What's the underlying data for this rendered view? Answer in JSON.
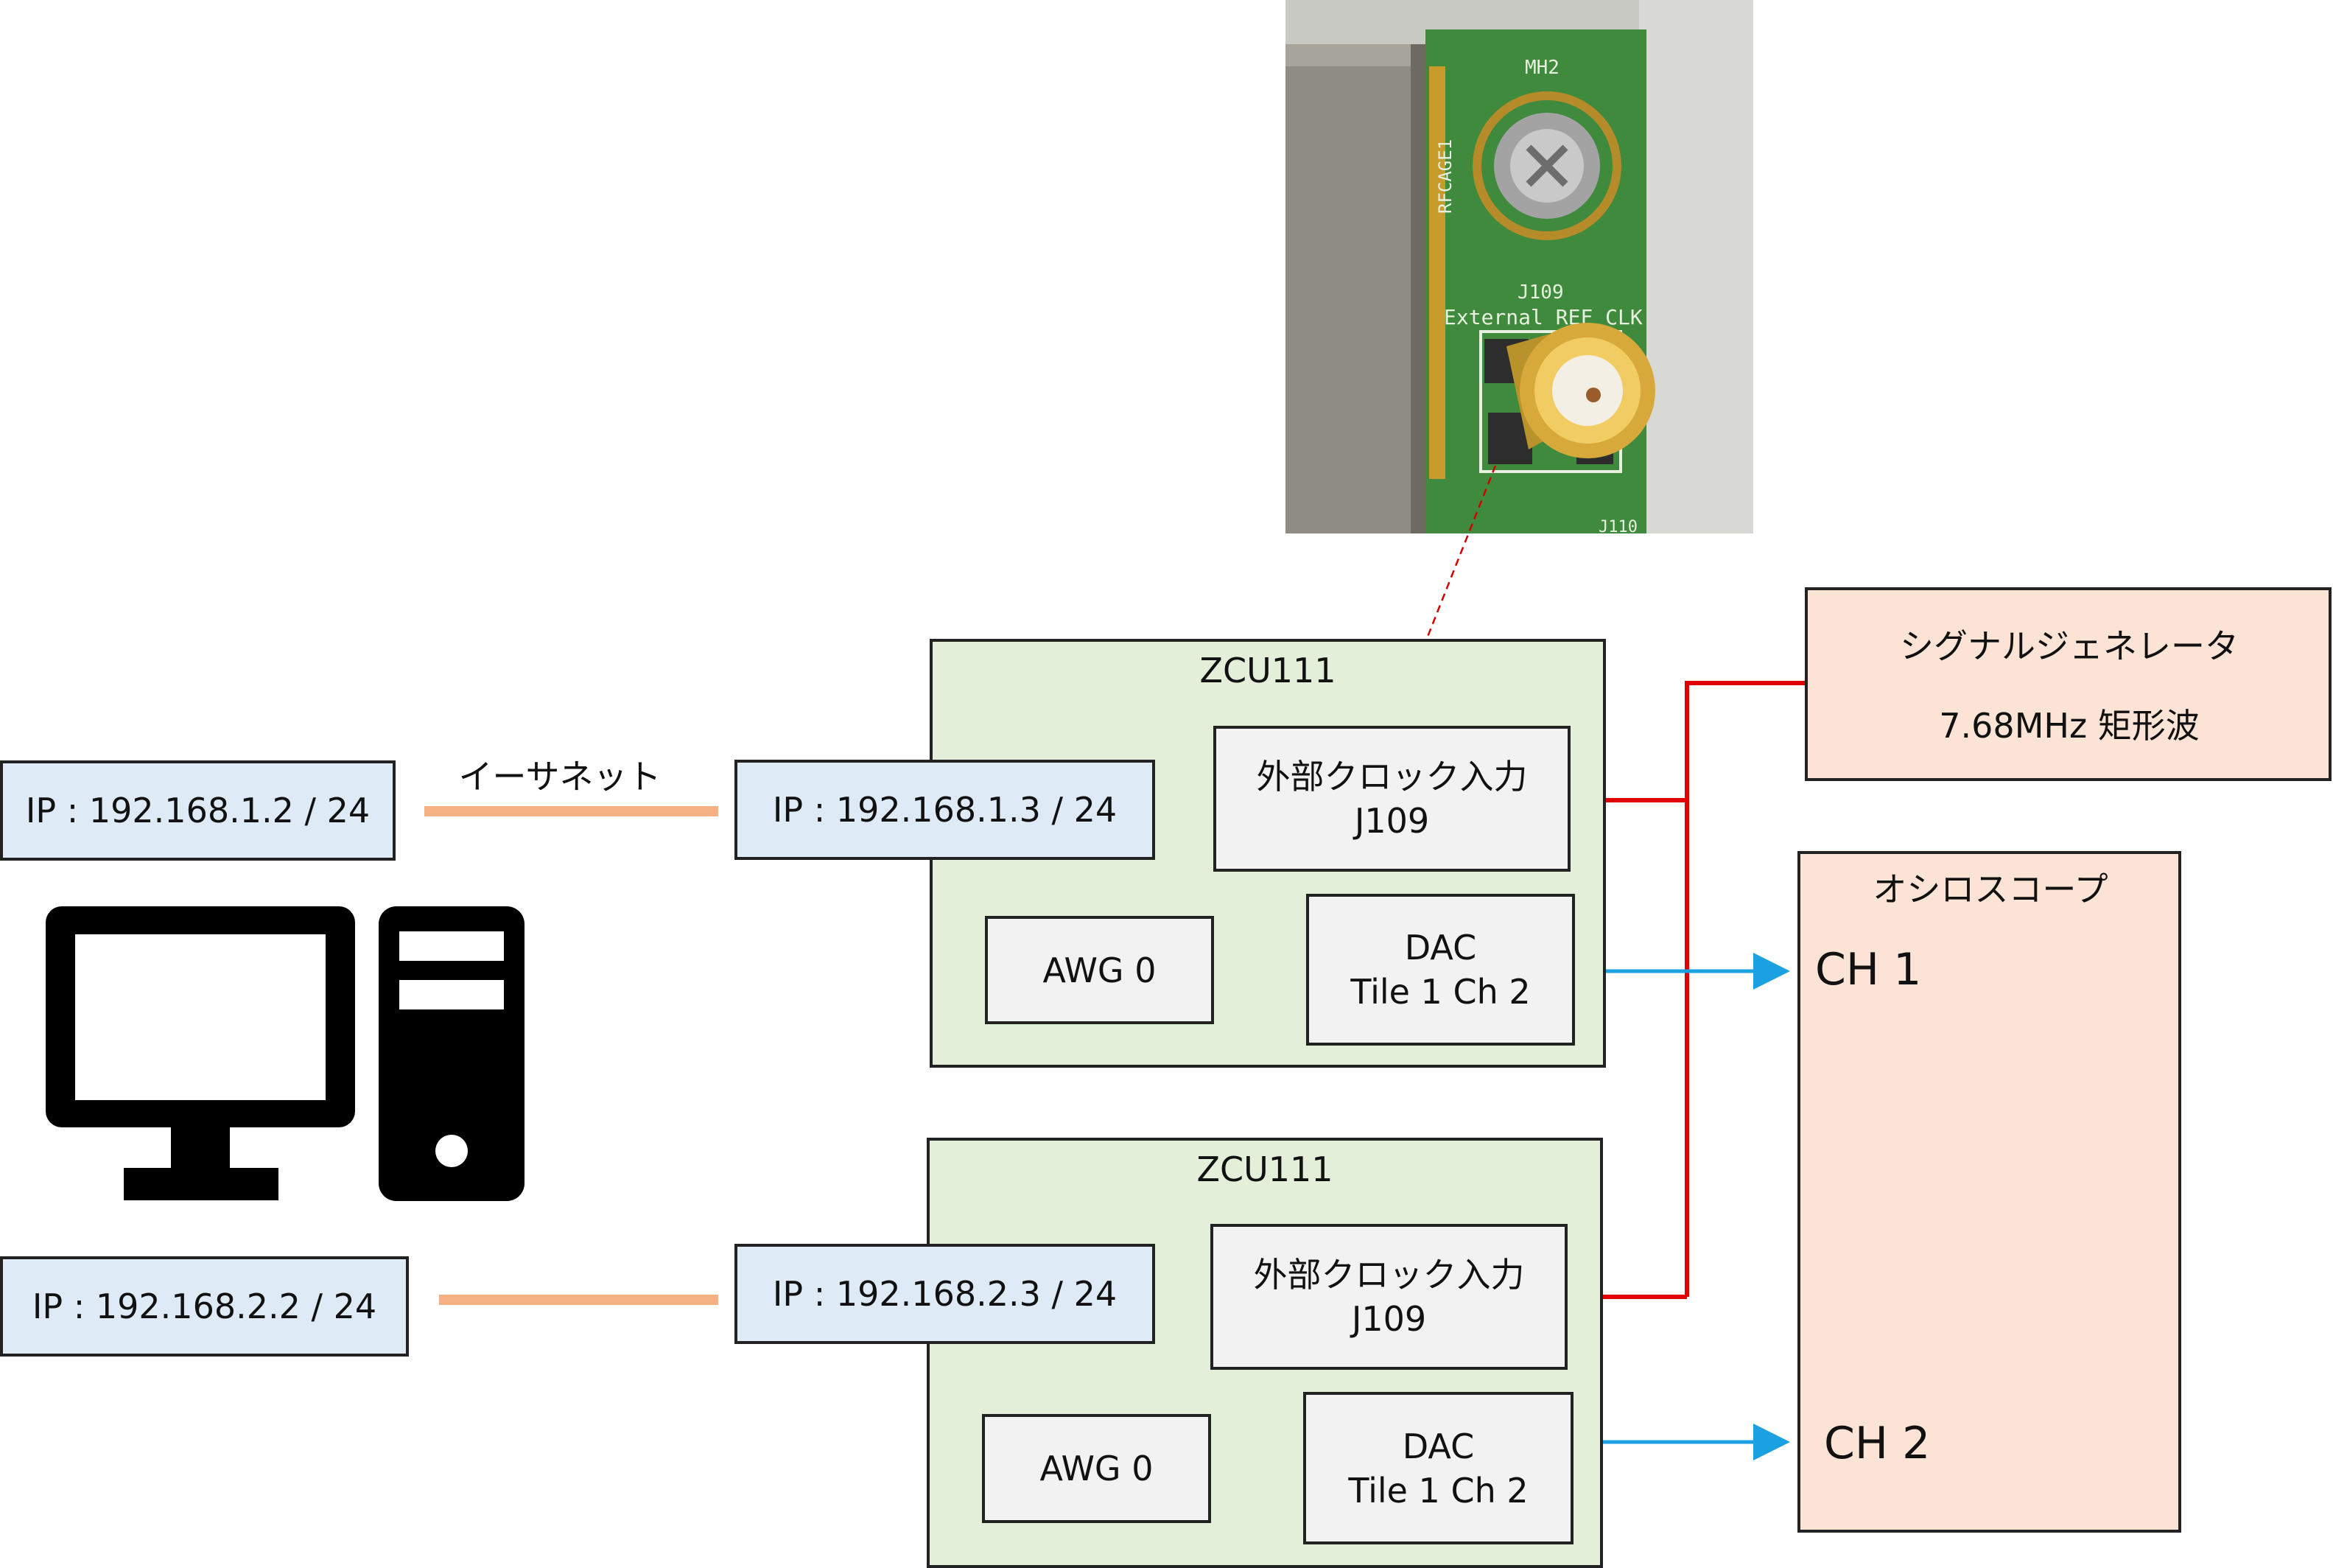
{
  "pc": {
    "ip1": "IP : 192.168.1.2 / 24",
    "ip2": "IP : 192.168.2.2 / 24"
  },
  "ethernet_label": "イーサネット",
  "boards": [
    {
      "title": "ZCU111",
      "ip": "IP : 192.168.1.3 / 24",
      "clock_in_line1": "外部クロック入力",
      "clock_in_line2": "J109",
      "awg": "AWG 0",
      "dac_line1": "DAC",
      "dac_line2": "Tile 1 Ch 2"
    },
    {
      "title": "ZCU111",
      "ip": "IP : 192.168.2.3 / 24",
      "clock_in_line1": "外部クロック入力",
      "clock_in_line2": "J109",
      "awg": "AWG 0",
      "dac_line1": "DAC",
      "dac_line2": "Tile 1 Ch 2"
    }
  ],
  "signal_generator": {
    "title": "シグナルジェネレータ",
    "spec": "7.68MHz 矩形波"
  },
  "oscilloscope": {
    "title": "オシロスコープ",
    "ch1": "CH 1",
    "ch2": "CH 2"
  },
  "photo": {
    "silkscreen_mh": "MH2",
    "silkscreen_rfcage": "RFCAGE1",
    "silkscreen_j109": "J109",
    "silkscreen_ext": "External REF CLK",
    "silkscreen_j110": "J110"
  },
  "colors": {
    "ethernet": "#f4b183",
    "clock_signal": "#e00000",
    "output_signal": "#1ba1e2",
    "ip_box": "#deeaf5",
    "board": "#e3efd9",
    "instrument": "#fbe3d5"
  },
  "icons": [
    "desktop-computer-icon"
  ]
}
